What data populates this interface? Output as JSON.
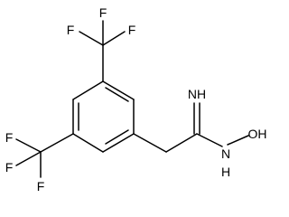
{
  "colors": {
    "background": "#ffffff",
    "bond": "#000000",
    "label": "#000000"
  },
  "labels": {
    "f_top_left": "F",
    "f_top_center": "F",
    "f_top_right": "F",
    "f_bottom_left": "F",
    "f_bottom_center": "F",
    "f_left": "F",
    "imine": "NH",
    "hydroxyl": "OH",
    "amine_n": "N",
    "amine_h": "H"
  }
}
